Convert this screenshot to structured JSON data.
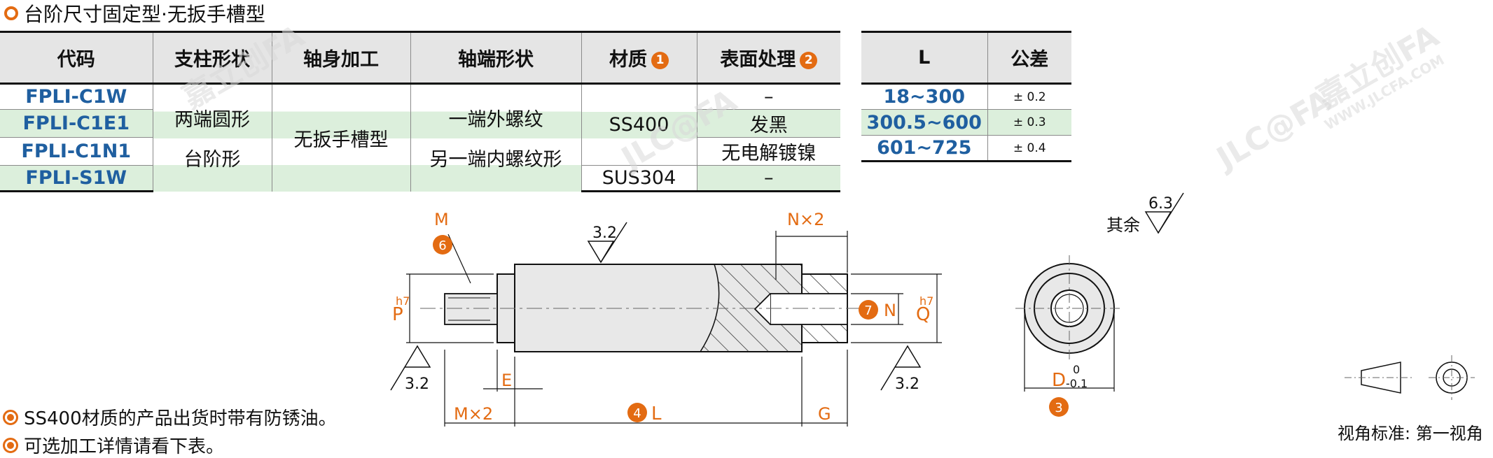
{
  "title": "台阶尺寸固定型·无扳手槽型",
  "spec_table": {
    "headers": [
      "代码",
      "支柱形状",
      "轴身加工",
      "轴端形状",
      "材质",
      "表面处理"
    ],
    "header_badges": {
      "material": "1",
      "surface": "2"
    },
    "codes": [
      "FPLI-C1W",
      "FPLI-C1E1",
      "FPLI-C1N1",
      "FPLI-S1W"
    ],
    "pillar_shape": [
      "两端圆形",
      "台阶形"
    ],
    "shaft_processing": "无扳手槽型",
    "end_shape": [
      "一端外螺纹",
      "另一端内螺纹形"
    ],
    "material": [
      "SS400",
      "SUS304"
    ],
    "surface": [
      "–",
      "发黑",
      "无电解镀镍",
      "–"
    ]
  },
  "tolerance_table": {
    "headers": [
      "L",
      "公差"
    ],
    "rows": [
      {
        "range": "18~300",
        "tol": "± 0.2"
      },
      {
        "range": "300.5~600",
        "tol": "± 0.3"
      },
      {
        "range": "601~725",
        "tol": "± 0.4"
      }
    ]
  },
  "drawing": {
    "labels": {
      "M": "M",
      "N2": "N×2",
      "P": "P",
      "h7a": "h7",
      "Q": "Q",
      "h7b": "h7",
      "N": "N",
      "E": "E",
      "M2": "M×2",
      "L": "L",
      "G": "G",
      "rough32": "3.2",
      "rough63": "6.3",
      "other": "其余",
      "D": "D",
      "d_upper": "0",
      "d_lower": "-0.1"
    },
    "badges": {
      "b3": "3",
      "b4": "4",
      "b6": "6",
      "b7": "7"
    },
    "view_standard": "视角标准: 第一视角"
  },
  "notes": [
    "SS400材质的产品出货时带有防锈油。",
    "可选加工详情请看下表。"
  ],
  "watermark": {
    "brand": "嘉立创FA",
    "site": "WWW.JLCFA.COM",
    "logo": "JLC@FA"
  },
  "colors": {
    "accent": "#e36b12",
    "code_blue": "#1f5fa0",
    "row_green": "#dcefdc",
    "header_gray": "#e5e5e5"
  }
}
